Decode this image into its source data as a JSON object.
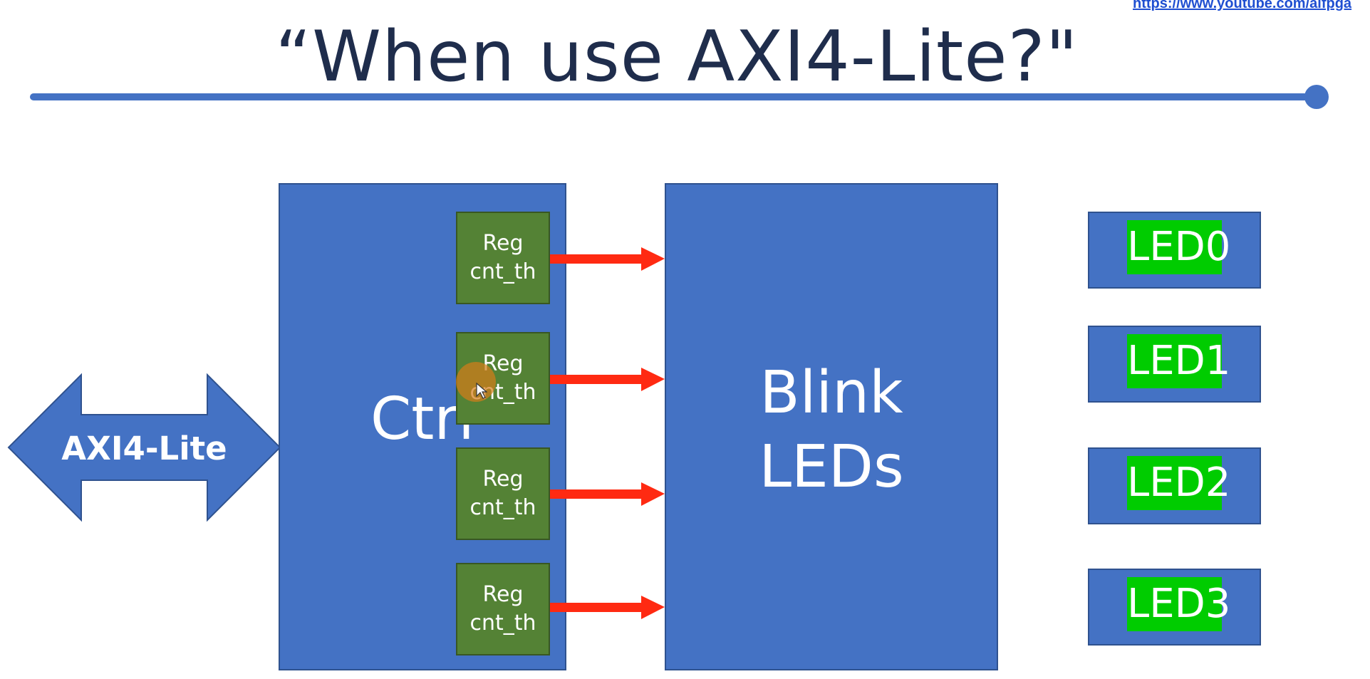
{
  "header": {
    "url": "https://www.youtube.com/alfpga",
    "title": "“When use AXI4-Lite?\""
  },
  "axi": {
    "label": "AXI4-Lite"
  },
  "ctrl": {
    "label": "Ctrl",
    "registers": [
      {
        "line1": "Reg",
        "line2": "cnt_th"
      },
      {
        "line1": "Reg",
        "line2": "cnt_th"
      },
      {
        "line1": "Reg",
        "line2": "cnt_th"
      },
      {
        "line1": "Reg",
        "line2": "cnt_th"
      }
    ]
  },
  "blink": {
    "line1": "Blink",
    "line2": "LEDs"
  },
  "leds": [
    {
      "label": "LED0"
    },
    {
      "label": "LED1"
    },
    {
      "label": "LED2"
    },
    {
      "label": "LED3"
    }
  ],
  "colors": {
    "block_blue": "#4472c4",
    "register_green": "#548235",
    "led_green": "#00cc00",
    "arrow_red": "#ff2a12",
    "title_navy": "#1f2d4c"
  }
}
